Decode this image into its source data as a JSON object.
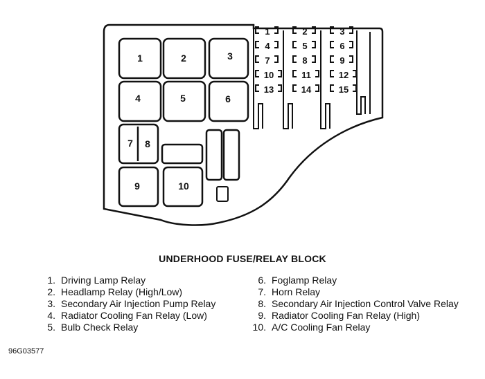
{
  "relays": [
    {
      "number": "1",
      "label": "Driving Lamp Relay"
    },
    {
      "number": "2",
      "label": "Headlamp Relay (High/Low)"
    },
    {
      "number": "3",
      "label": "Secondary Air Injection Pump Relay"
    },
    {
      "number": "4",
      "label": "Radiator Cooling Fan Relay (Low)"
    },
    {
      "number": "5",
      "label": "Bulb Check Relay"
    },
    {
      "number": "6",
      "label": "Foglamp Relay"
    },
    {
      "number": "7",
      "label": "Horn Relay"
    },
    {
      "number": "8",
      "label": "Secondary Air Injection Control Valve Relay"
    },
    {
      "number": "9",
      "label": "Radiator Cooling Fan Relay (High)"
    },
    {
      "number": "10",
      "label": "A/C Cooling Fan Relay"
    }
  ],
  "fuses": [
    "1",
    "2",
    "3",
    "4",
    "5",
    "6",
    "7",
    "8",
    "9",
    "10",
    "11",
    "12",
    "13",
    "14",
    "15"
  ],
  "title": "UNDERHOOD FUSE/RELAY BLOCK",
  "legend": {
    "left": [
      {
        "num": "1.",
        "text": "Driving Lamp Relay"
      },
      {
        "num": "2.",
        "text": "Headlamp Relay (High/Low)"
      },
      {
        "num": "3.",
        "text": "Secondary Air Injection Pump Relay"
      },
      {
        "num": "4.",
        "text": "Radiator Cooling Fan Relay (Low)"
      },
      {
        "num": "5.",
        "text": "Bulb Check Relay"
      }
    ],
    "right": [
      {
        "num": "6.",
        "text": "Foglamp Relay"
      },
      {
        "num": "7.",
        "text": "Horn Relay"
      },
      {
        "num": "8.",
        "text": "Secondary Air Injection Control Valve Relay"
      },
      {
        "num": "9.",
        "text": "Radiator Cooling Fan Relay (High)"
      },
      {
        "num": "10.",
        "text": "A/C Cooling Fan Relay"
      }
    ]
  },
  "figure_code": "96G03577"
}
